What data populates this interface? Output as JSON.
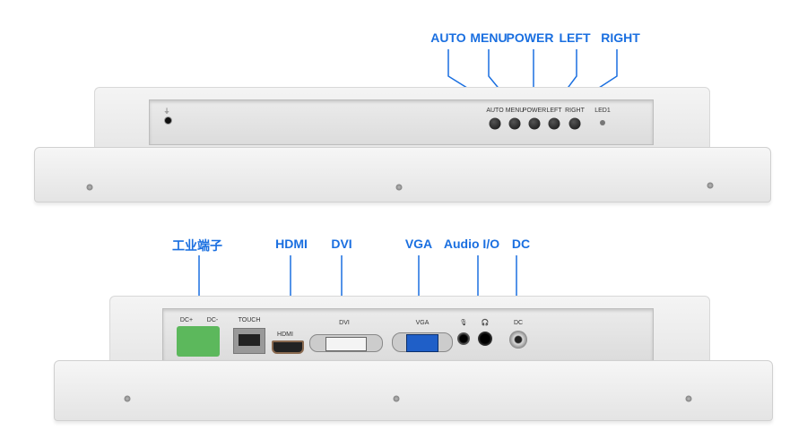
{
  "top_view": {
    "callouts": [
      "AUTO",
      "MENU",
      "POWER",
      "LEFT",
      "RIGHT"
    ],
    "panel_labels": {
      "mic": "⏚",
      "auto": "AUTO",
      "menu": "MENU",
      "power": "POWER",
      "left": "LEFT",
      "right": "RIGHT",
      "led": "LED1"
    }
  },
  "bottom_view": {
    "callouts": [
      "工业端子",
      "HDMI",
      "DVI",
      "VGA",
      "Audio I/O",
      "DC"
    ],
    "panel_labels": {
      "dc_plus": "DC+",
      "dc_minus": "DC-",
      "touch": "TOUCH",
      "hdmi": "HDMI",
      "dvi": "DVI",
      "vga": "VGA",
      "mic": "🎙",
      "headphone": "🎧",
      "dc": "DC"
    }
  },
  "colors": {
    "callout": "#1a6fe0",
    "terminal": "#5cb85c",
    "vga": "#1f5fc8"
  }
}
